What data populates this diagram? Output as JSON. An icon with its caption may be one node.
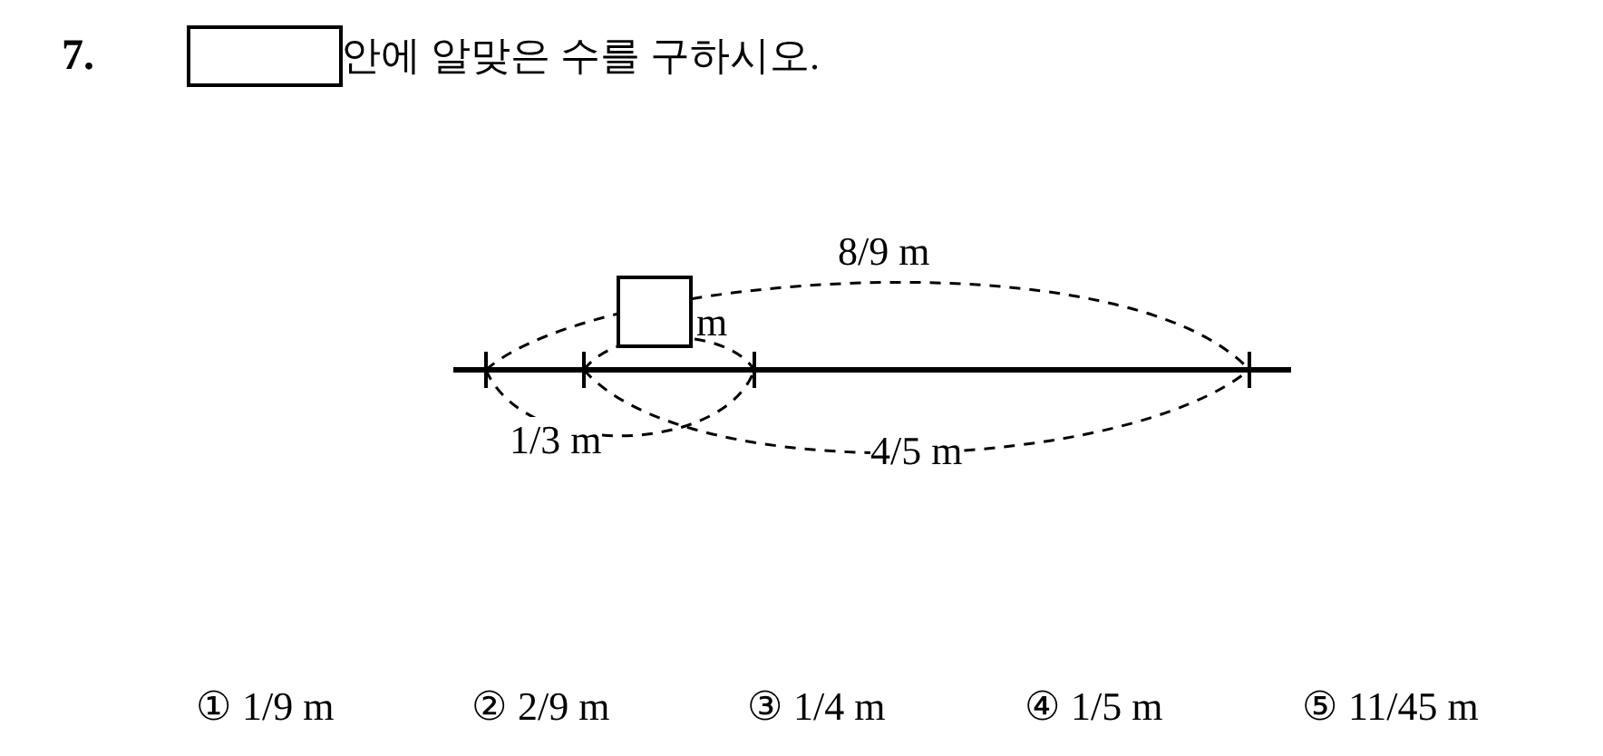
{
  "diagram": {
    "labels": [
      "7.",
      "안에 알맞은 수를 구하시오.",
      "8/9 m",
      "m",
      "1/3 m",
      "4/5 m",
      "① 1/9 m",
      "② 2/9 m",
      "③ 1/4 m",
      "④ 1/5 m",
      "⑤ 11/45 m"
    ]
  }
}
